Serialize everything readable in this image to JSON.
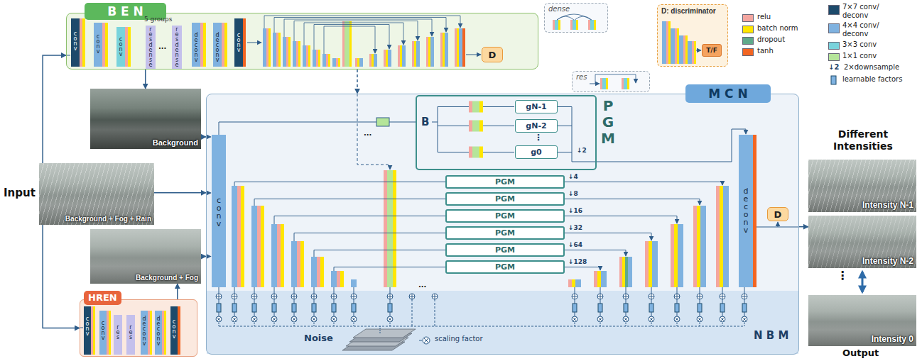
{
  "diagram": {
    "nodes": [
      {
        "text": [
          "B E N"
        ]
      },
      {
        "text": [
          "D"
        ],
        "in": 0
      },
      {
        "text": [
          "dense"
        ]
      },
      {
        "text": [
          "res"
        ]
      },
      {
        "text": [
          "D: discriminator"
        ]
      },
      {
        "text": [
          "T/F"
        ],
        "in": 4
      },
      {
        "text": [
          "M C N"
        ]
      },
      {
        "text": [
          "Background"
        ]
      },
      {
        "text": [
          "Input",
          "Background + Fog + Rain"
        ]
      },
      {
        "text": [
          "Background + Fog"
        ]
      },
      {
        "text": [
          "HREN"
        ]
      },
      {
        "text": [
          "P G M"
        ],
        "in": 6
      },
      {
        "text": [
          "gN-1"
        ],
        "in": 11
      },
      {
        "text": [
          "gN-2"
        ],
        "in": 11
      },
      {
        "text": [
          "g0"
        ],
        "in": 11
      },
      {
        "text": [
          "PGM"
        ],
        "in": 6
      },
      {
        "text": [
          "PGM"
        ],
        "in": 6
      },
      {
        "text": [
          "PGM"
        ],
        "in": 6
      },
      {
        "text": [
          "PGM"
        ],
        "in": 6
      },
      {
        "text": [
          "PGM"
        ],
        "in": 6
      },
      {
        "text": [
          "PGM"
        ],
        "in": 6
      },
      {
        "text": [
          "D"
        ],
        "in": 6
      },
      {
        "text": [
          "N B M"
        ],
        "in": 6
      },
      {
        "text": [
          "Intensity N-1"
        ]
      },
      {
        "text": [
          "Intensity N-2"
        ]
      },
      {
        "text": [
          "Intensity 0"
        ]
      }
    ],
    "edges": [
      {
        "from": 8,
        "to": 0,
        "arrow": "to"
      },
      {
        "from": 8,
        "to": 10,
        "arrow": "to"
      },
      {
        "from": 8,
        "to": 6,
        "arrow": "to"
      },
      {
        "from": 0,
        "to": 7,
        "arrow": "to"
      },
      {
        "from": 7,
        "to": 6,
        "arrow": "to"
      },
      {
        "from": 10,
        "to": 9,
        "arrow": "to"
      },
      {
        "from": 9,
        "to": 6,
        "arrow": "to"
      },
      {
        "from": 6,
        "to": 24,
        "arrow": "to"
      },
      {
        "from": 0,
        "to": 6,
        "arrow": "to"
      }
    ],
    "labels": [
      "conv",
      "conv",
      "conv",
      "5 groups",
      "res",
      "dense",
      "...",
      "res",
      "dense",
      "deconv",
      "deconv",
      "conv",
      "...",
      "conv",
      "conv",
      "res",
      "res",
      "deconv",
      "deconv",
      "conv",
      "conv",
      "B",
      "↓2",
      "↓4",
      "↓8",
      "↓16",
      "↓32",
      "↓64",
      "↓128",
      "...",
      "deconv",
      "Noise",
      "scaling factor",
      "Different Intensities",
      "⋮",
      "Output",
      "↓2",
      "⋮"
    ],
    "legend": [
      {
        "text": "relu",
        "color": "#f4a6a0"
      },
      {
        "text": "batch norm",
        "color": "#ffe600"
      },
      {
        "text": "dropout",
        "color": "#5fa98a"
      },
      {
        "text": "tanh",
        "color": "#f26522"
      },
      {
        "text": "7×7 conv/ deconv",
        "color": "#1d4a6b"
      },
      {
        "text": "4×4 conv/ deconv",
        "color": "#7fb2e0"
      },
      {
        "text": "3×3 conv",
        "color": "#79d3dc"
      },
      {
        "text": "1×1 conv",
        "color": "#b5e59a"
      },
      {
        "text": "2×downsample"
      },
      {
        "text": "learnable factors"
      }
    ]
  }
}
